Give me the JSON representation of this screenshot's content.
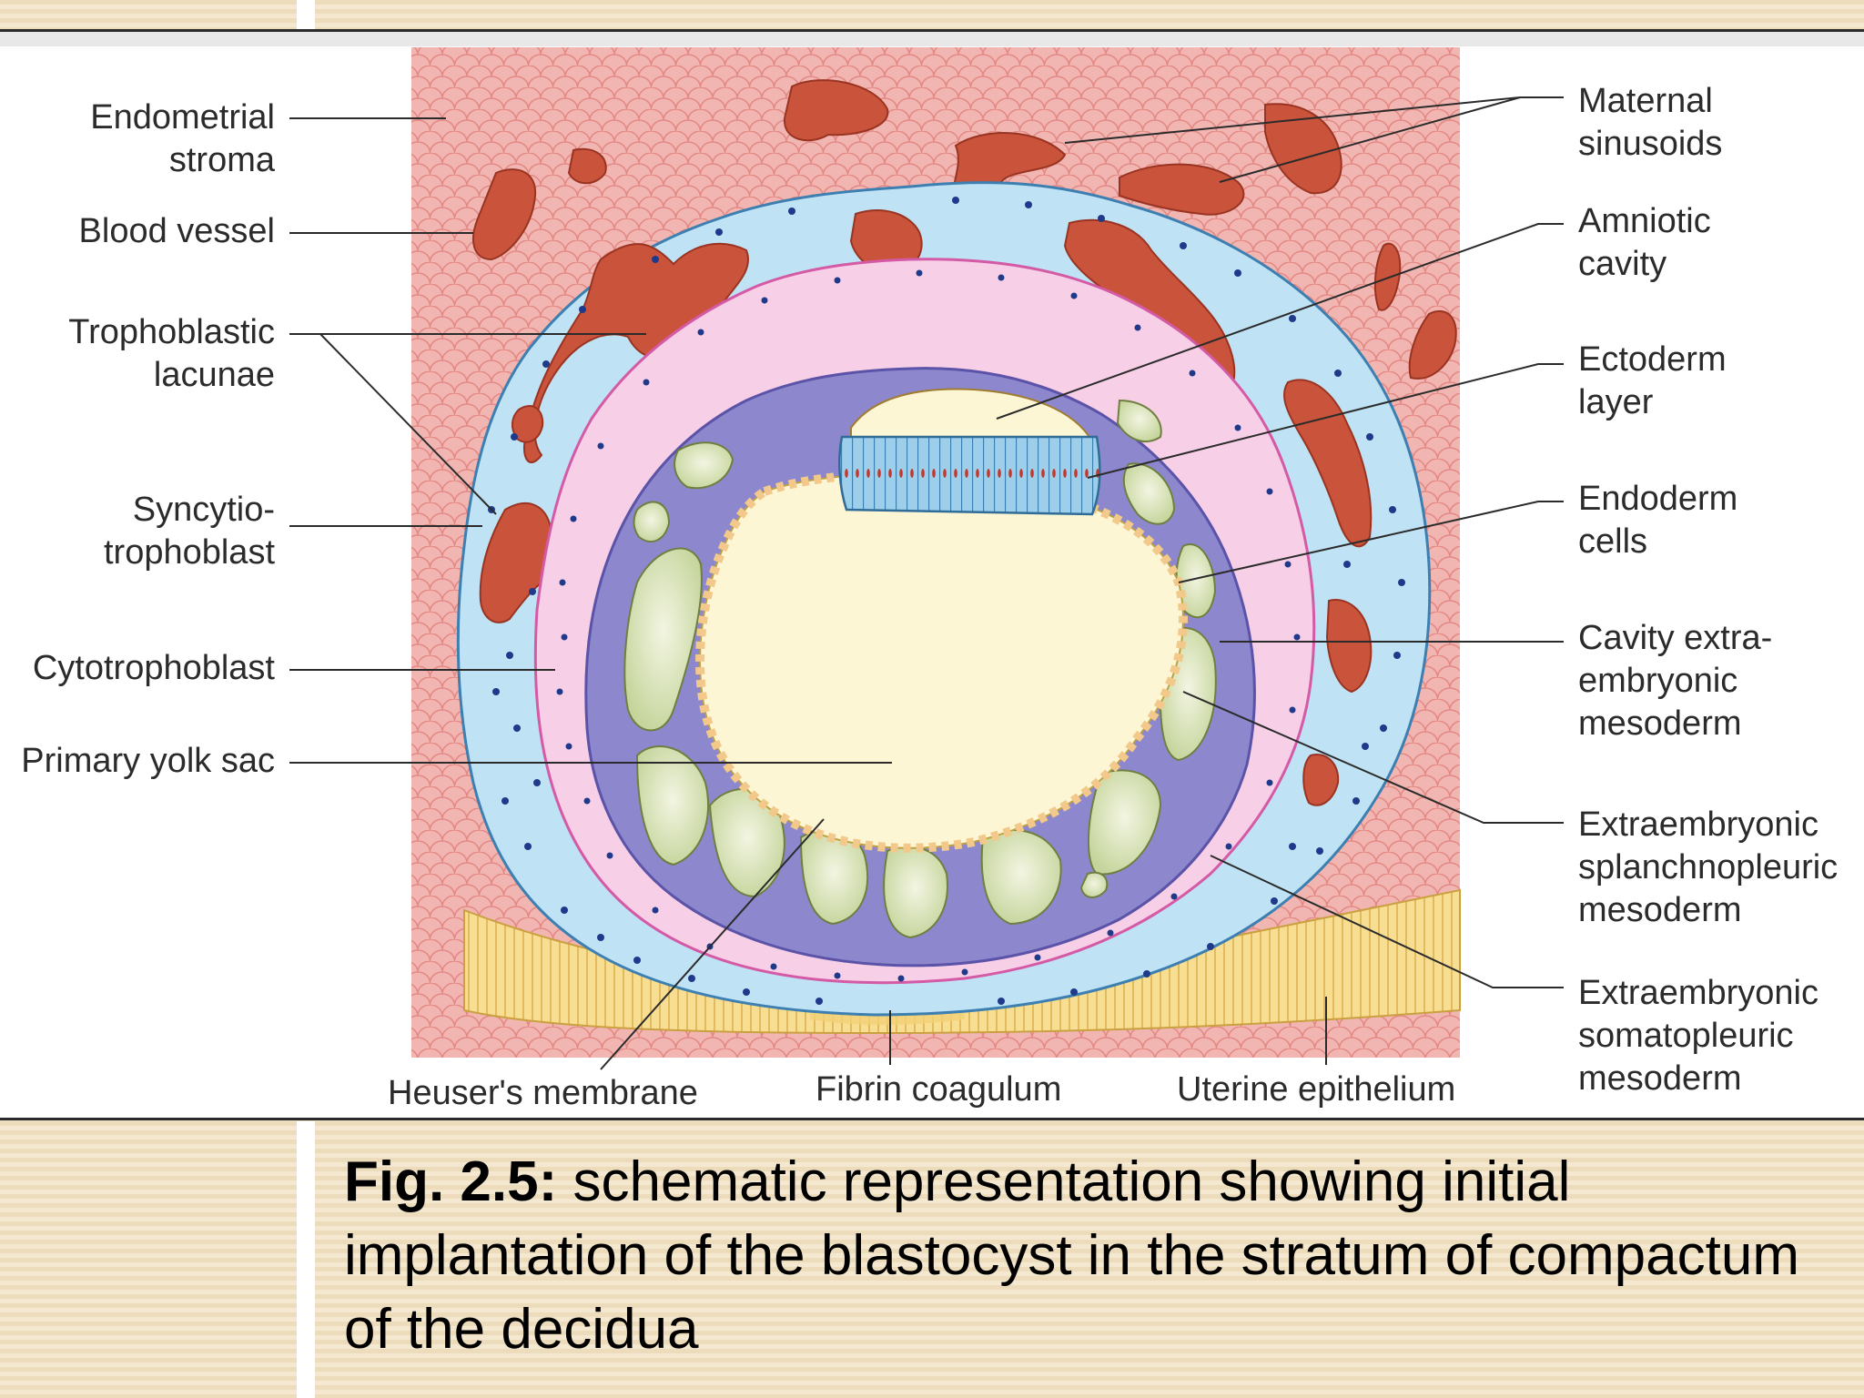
{
  "labels": {
    "left": {
      "endometrial_stroma": "Endometrial\nstroma",
      "blood_vessel": "Blood vessel",
      "trophoblastic_lacunae": "Trophoblastic\nlacunae",
      "syncytiotrophoblast": "Syncytio-\ntrophoblast",
      "cytotrophoblast": "Cytotrophoblast",
      "primary_yolk_sac": "Primary yolk sac"
    },
    "right": {
      "maternal_sinusoids": "Maternal\nsinusoids",
      "amniotic_cavity": "Amniotic\ncavity",
      "ectoderm_layer": "Ectoderm\nlayer",
      "endoderm_cells": "Endoderm\ncells",
      "cavity_extraembryonic_mesoderm": "Cavity extra-\nembryonic\nmesoderm",
      "extraembryonic_splanchnopleuric_mesoderm": "Extraembryonic\nsplanchnopleuric\nmesoderm",
      "extraembryonic_somatopleuric_mesoderm": "Extraembryonic\nsomatopleuric\nmesoderm"
    },
    "bottom": {
      "heusers_membrane": "Heuser's membrane",
      "fibrin_coagulum": "Fibrin coagulum",
      "uterine_epithelium": "Uterine epithelium"
    }
  },
  "caption": {
    "figure_number": "Fig. 2.5:",
    "text": " schematic representation showing initial implantation of the blastocyst in the stratum of compactum of the decidua"
  },
  "colors": {
    "stroma": "#f2b6b2",
    "stroma_cell_border": "#e07e7a",
    "lacunae": "#c9533b",
    "syncytiotrophoblast": "#bfe1f2",
    "cytotrophoblast": "#f6cce4",
    "mesoderm": "#8c86cc",
    "mesoderm_cells": "#cfdcaa",
    "yolk_sac": "#fdf6d4",
    "epithelium": "#f6dc8e",
    "ectoderm": "#8ec9e6"
  }
}
